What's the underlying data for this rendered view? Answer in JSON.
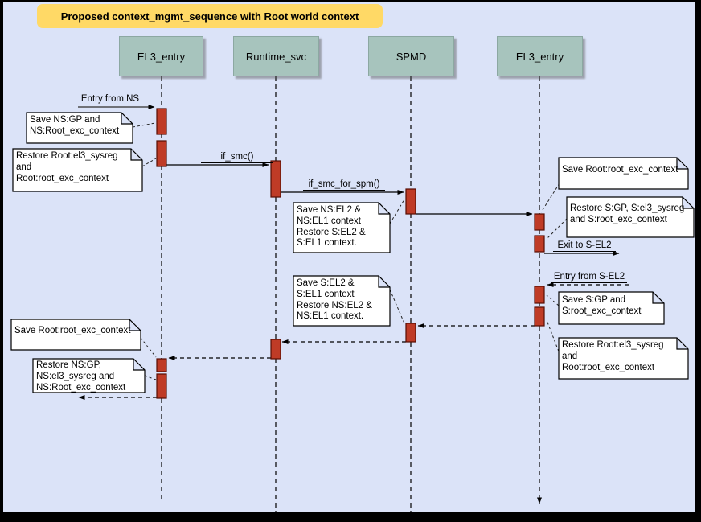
{
  "title": "Proposed context_mgmt_sequence with Root world context",
  "lifelines": [
    {
      "name": "EL3_entry"
    },
    {
      "name": "Runtime_svc"
    },
    {
      "name": "SPMD"
    },
    {
      "name": "EL3_entry"
    }
  ],
  "messages": [
    {
      "label": "Entry from NS",
      "style": "solid",
      "from": "external",
      "to": "EL3_entry"
    },
    {
      "label": "if_smc()",
      "style": "solid",
      "from": "EL3_entry",
      "to": "Runtime_svc"
    },
    {
      "label": "if_smc_for_spm()",
      "style": "solid",
      "from": "Runtime_svc",
      "to": "SPMD"
    },
    {
      "label": "",
      "style": "solid",
      "from": "SPMD",
      "to": "EL3_entry"
    },
    {
      "label": "Exit to S-EL2",
      "style": "solid",
      "from": "EL3_entry",
      "to": "external"
    },
    {
      "label": "Entry from S-EL2",
      "style": "dashed",
      "from": "external",
      "to": "EL3_entry"
    },
    {
      "label": "",
      "style": "dashed",
      "from": "EL3_entry",
      "to": "SPMD"
    },
    {
      "label": "",
      "style": "dashed",
      "from": "SPMD",
      "to": "Runtime_svc"
    },
    {
      "label": "",
      "style": "dashed",
      "from": "Runtime_svc",
      "to": "EL3_entry"
    },
    {
      "label": "",
      "style": "dashed",
      "from": "EL3_entry",
      "to": "external"
    }
  ],
  "notes": [
    {
      "text": "Save NS:GP and\nNS:Root_exc_context"
    },
    {
      "text": "Restore Root:el3_sysreg\nand\nRoot:root_exc_context"
    },
    {
      "text": "Save NS:EL2 &\nNS:EL1 context\nRestore S:EL2 &\nS:EL1 context."
    },
    {
      "text": "Save Root:root_exc_context"
    },
    {
      "text": "Restore S:GP, S:el3_sysreg\nand S:root_exc_context"
    },
    {
      "text": "Save S:GP and\nS:root_exc_context"
    },
    {
      "text": "Restore Root:el3_sysreg\nand\nRoot:root_exc_context"
    },
    {
      "text": "Save S:EL2 &\nS:EL1 context\nRestore NS:EL2 &\nNS:EL1 context."
    },
    {
      "text": "Save Root:root_exc_context"
    },
    {
      "text": "Restore NS:GP,\nNS:el3_sysreg and\nNS:Root_exc_context"
    }
  ],
  "colors": {
    "background": "#dbe3f8",
    "frame": "#000000",
    "title_fill": "#ffd966",
    "lifeline_fill": "#a7c4bd",
    "lifeline_border": "#8ca8a2",
    "activation_fill": "#bf3b26",
    "activation_border": "#570d02",
    "note_fill": "#ffffff",
    "line_color": "#000000"
  }
}
